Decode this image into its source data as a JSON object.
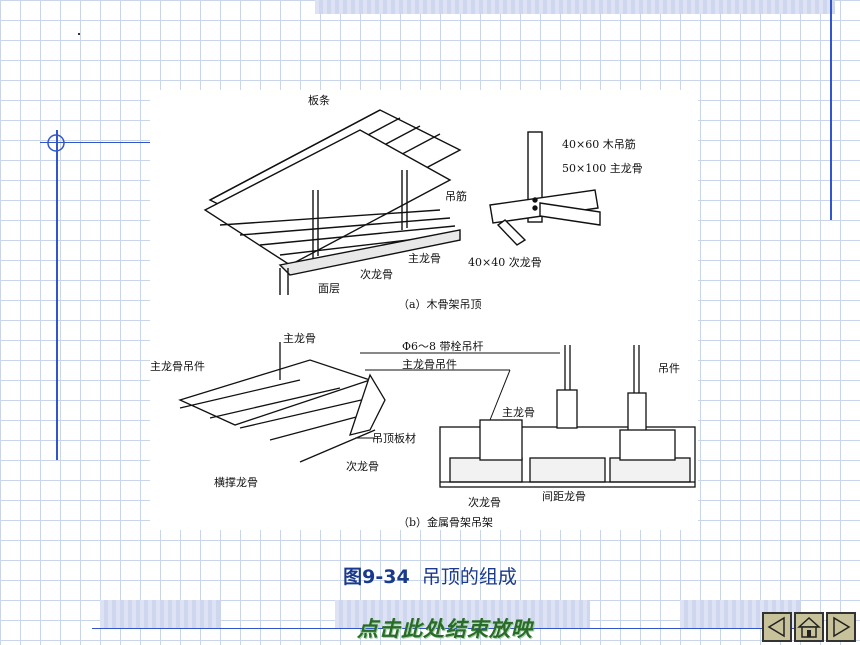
{
  "caption": {
    "fig_number": "图9-34",
    "fig_title": "吊顶的组成"
  },
  "end_show_label": "点击此处结束放映",
  "figure_a": {
    "sub_caption": "（a）木骨架吊顶",
    "labels": {
      "slat": "板条",
      "wood_hanger": "40×60 木吊筋",
      "main_keel_size": "50×100 主龙骨",
      "hanger": "吊筋",
      "main_keel": "主龙骨",
      "secondary_keel_size": "40×40 次龙骨",
      "secondary_keel": "次龙骨",
      "surface_layer": "面层"
    }
  },
  "figure_b": {
    "sub_caption": "（b）金属骨架吊架",
    "labels": {
      "main_keel_top": "主龙骨",
      "main_keel_hanger_left": "主龙骨吊件",
      "bolt_rod": "Φ6～8 带栓吊杆",
      "main_keel_hanger": "主龙骨吊件",
      "hanger_piece": "吊件",
      "main_keel_mid": "主龙骨",
      "ceiling_board": "吊顶板材",
      "secondary_keel": "次龙骨",
      "cross_keel": "横撑龙骨",
      "secondary_keel_bottom": "次龙骨",
      "spacing_keel": "间距龙骨"
    }
  },
  "nav": {
    "prev_icon": "triangle-left-icon",
    "home_icon": "home-icon",
    "next_icon": "triangle-right-icon"
  }
}
